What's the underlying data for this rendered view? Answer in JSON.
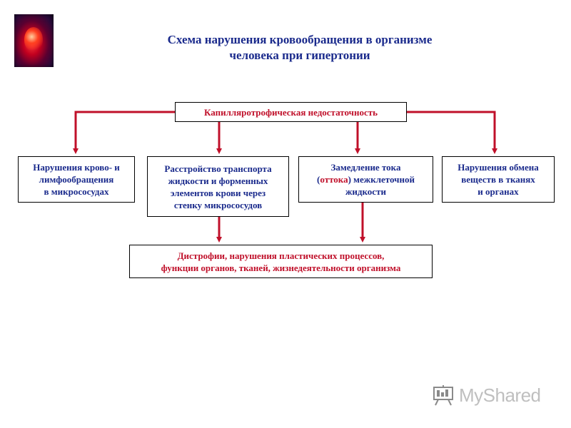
{
  "title": {
    "line1": "Схема нарушения кровообращения в организме",
    "line2": "человека при гипертонии"
  },
  "top_box": "Капилляротрофическая недостаточность",
  "boxes": [
    {
      "lines": [
        "Нарушения крово- и",
        "лимфообращения",
        "в микрососудах"
      ]
    },
    {
      "lines": [
        "Расстройство транспорта",
        "жидкости и форменных",
        "элементов крови через",
        "стенку микрососудов"
      ]
    },
    {
      "prefix": "Замедление тока",
      "open": "(",
      "red": "оттока",
      "close": ") межклеточной",
      "last": "жидкости"
    },
    {
      "lines": [
        "Нарушения обмена",
        "веществ в тканях",
        "и органах"
      ]
    }
  ],
  "bottom_box": {
    "line1": "Дистрофии, нарушения пластических процессов,",
    "line2": "функции органов, тканей, жизнедеятельности организма"
  },
  "colors": {
    "title": "#1a2a8c",
    "accent": "#c0102a",
    "arrow": "#c0102a"
  },
  "watermark": {
    "text": "MyShared",
    "icon": "presentation-board-icon"
  }
}
